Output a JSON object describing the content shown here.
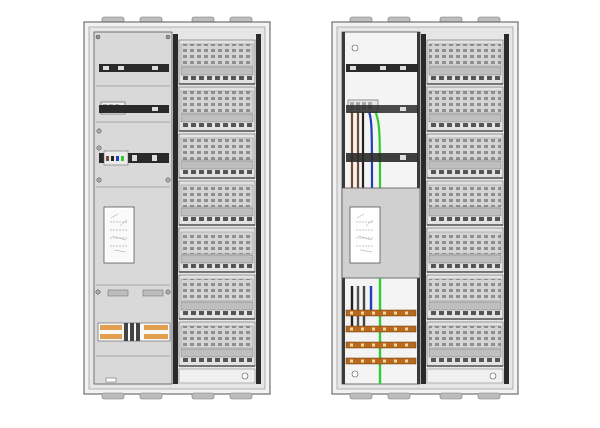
{
  "drawing": {
    "views": [
      {
        "id": "front",
        "description_text": ""
      },
      {
        "id": "open",
        "description_text": ""
      }
    ],
    "colors": {
      "frame": "#c8c8c8",
      "panel": "#d9d9d9",
      "dark": "#222222",
      "wire_brown": "#7a4a2a",
      "wire_blue": "#1f3fbf",
      "wire_green": "#2fcc2f",
      "wire_grey": "#666666",
      "busbar": "#b86a1c"
    },
    "left_cabinet": {
      "din_rails": 3,
      "meter_modules": 3,
      "window_label": "",
      "module_rows": 7
    },
    "right_cabinet": {
      "module_rows": 7,
      "terminal_bars": 4
    }
  }
}
